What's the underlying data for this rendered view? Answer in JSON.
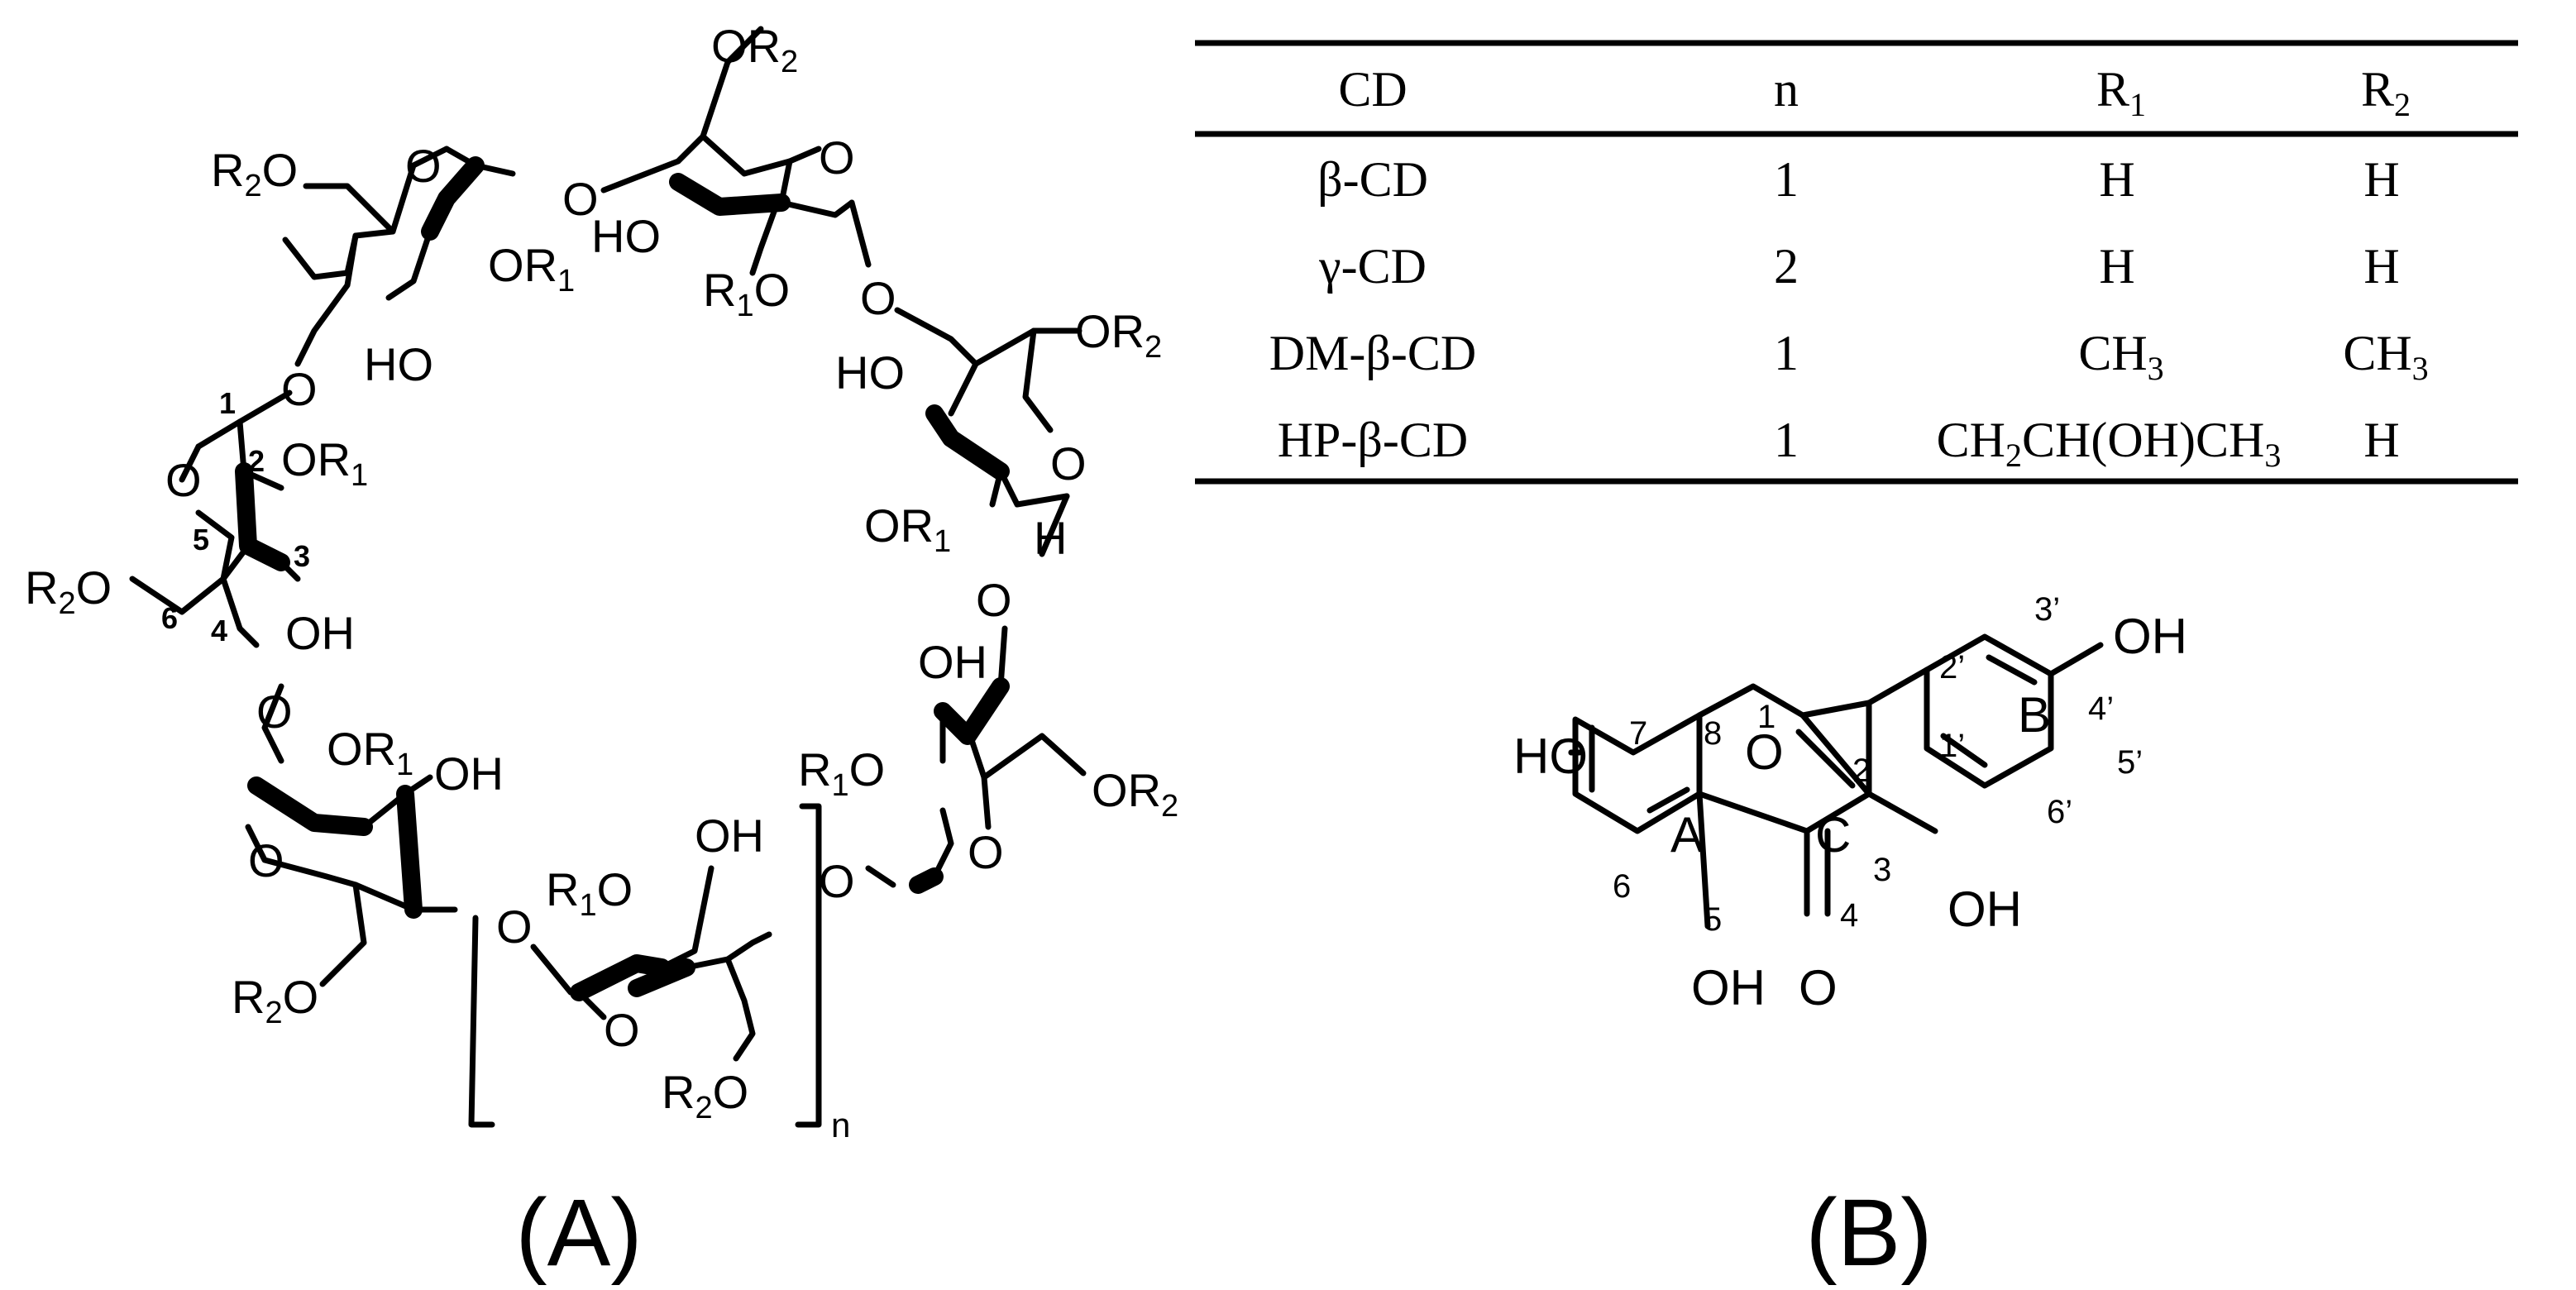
{
  "table": {
    "headers": {
      "cd": "CD",
      "n": "n",
      "r1": "R",
      "r1_sub": "1",
      "r2": "R",
      "r2_sub": "2"
    },
    "rows": [
      {
        "cd": "β-CD",
        "n": "1",
        "r1": "H",
        "r2": "H"
      },
      {
        "cd": "γ-CD",
        "n": "2",
        "r1": "H",
        "r2": "H"
      },
      {
        "cd": "DM-β-CD",
        "n": "1",
        "r1_a": "CH",
        "r1_sub": "3",
        "r2_a": "CH",
        "r2_sub": "3"
      },
      {
        "cd": "HP-β-CD",
        "n": "1",
        "r1_a": "CH",
        "r1_s1": "2",
        "r1_b": "CH(OH)CH",
        "r1_s2": "3",
        "r2": "H"
      }
    ]
  },
  "panel_labels": {
    "a": "(A)",
    "b": "(B)"
  },
  "cyclodextrin": {
    "O": "O",
    "OH": "OH",
    "HO": "HO",
    "R": "R",
    "sub1": "1",
    "sub2": "2",
    "H": "H",
    "repeat_n": "n",
    "positions": {
      "p1": "1",
      "p2": "2",
      "p3": "3",
      "p4": "4",
      "p5": "5",
      "p6": "6"
    }
  },
  "flavonoid": {
    "rings": {
      "a": "A",
      "b": "B",
      "c": "C"
    },
    "OH": "OH",
    "HO": "HO",
    "O": "O",
    "positions": {
      "p1": "1",
      "p2": "2",
      "p3": "3",
      "p4": "4",
      "p5": "5",
      "p6": "6",
      "p7": "7",
      "p8": "8",
      "p1p": "1’",
      "p2p": "2’",
      "p3p": "3’",
      "p4p": "4’",
      "p5p": "5’",
      "p6p": "6’"
    }
  }
}
